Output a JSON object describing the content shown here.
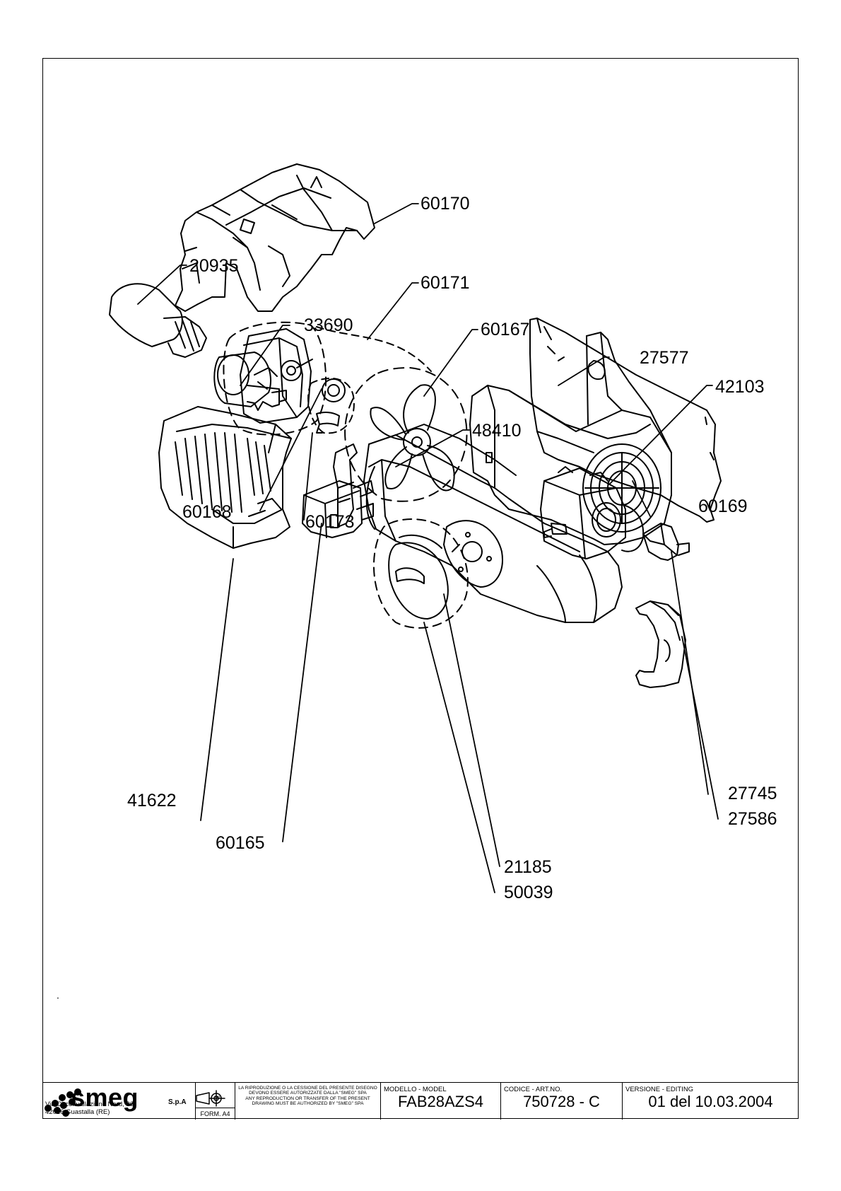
{
  "callouts": [
    {
      "id": "p60170",
      "text": "60170"
    },
    {
      "id": "p60171",
      "text": "60171"
    },
    {
      "id": "p60167",
      "text": "60167"
    },
    {
      "id": "p60168",
      "text": "60168"
    },
    {
      "id": "p60173",
      "text": "60173"
    },
    {
      "id": "p60169",
      "text": "60169"
    },
    {
      "id": "p20935",
      "text": "20935"
    },
    {
      "id": "p33690",
      "text": "33690"
    },
    {
      "id": "p27577",
      "text": "27577"
    },
    {
      "id": "p42103",
      "text": "42103"
    },
    {
      "id": "p48410",
      "text": "48410"
    },
    {
      "id": "p41622",
      "text": "41622"
    },
    {
      "id": "p60165",
      "text": "60165"
    },
    {
      "id": "p27745",
      "text": "27745"
    },
    {
      "id": "p27586",
      "text": "27586"
    },
    {
      "id": "p21185",
      "text": "21185"
    },
    {
      "id": "p50039",
      "text": "50039"
    }
  ],
  "stray_mark": ".",
  "title_block": {
    "company": {
      "logo_text": "smeg",
      "suffix": "S.p.A",
      "address_line1": "Via Circonvallazione Nord, 36",
      "address_line2": "42016  Guastalla (RE)"
    },
    "projection": {
      "unit": "mm",
      "format": "FORM. A4"
    },
    "notice_it": "LA RIPRODUZIONE O LA CESSIONE DEL PRESENTE DISEGNO DEVONO ESSERE AUTORIZZATE DALLA \"SMEG\" SPA",
    "notice_en": "ANY REPRODUCTION OR TRANSFER OF THE PRESENT DRAWING MUST BE AUTHORIZED BY \"SMEG\" SPA",
    "model": {
      "caption": "MODELLO - MODEL",
      "value": "FAB28AZS4"
    },
    "code": {
      "caption": "CODICE - ART.NO.",
      "value": "750728 - C"
    },
    "version": {
      "caption": "VERSIONE - EDITING",
      "value": "01 del 10.03.2004"
    }
  }
}
